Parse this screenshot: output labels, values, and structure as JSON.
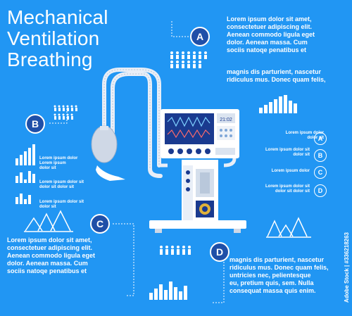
{
  "title": "Mechanical\nVentilation\nBreathing",
  "badges": {
    "a": "A",
    "b": "B",
    "c": "C",
    "d": "D"
  },
  "text_top_right": "Lorem ipsum dolor sit amet,\nconsectetuer adipiscing elit.\nAenean commodo ligula eget\ndolor. Aenean massa. Cum\nsociis natoqe penatibus et",
  "text_mid_right": "magnis dis parturient, nascetur\nridiculus mus. Donec quam felis,",
  "text_bottom_left": "Lorem ipsum dolor sit amet,\nconsectetuer adipiscing elit.\nAenean commodo ligula eget\ndolor. Aenean massa. Cum\nsociis natoqe penatibus et",
  "text_bottom_right": "magnis dis parturient, nascetur\nridiculus mus. Donec quam felis,\nuntricies nec, pelientesque\neu, pretium quis, sem. Nulla\nconsequat massa quis enim.",
  "legend_items": [
    {
      "label": "Lorem ipsum dolor\ndolor sit",
      "letter": "A"
    },
    {
      "label": "Lorem ipsum dolor sit\ndolor sit",
      "letter": "B"
    },
    {
      "label": "Lorem ipsum dolor",
      "letter": "C"
    },
    {
      "label": "Lorem ipsum dolor sit\ndolor sit dolor sit",
      "letter": "D"
    }
  ],
  "left_labels": [
    "Lorem ipsum dolor\nLorem ipsum\ndolor sit",
    "Lorem ipsum dolor sit\ndolor sit dolor sit",
    "Lorem ipsum dolor sit\ndolor sit"
  ],
  "monitor_readout": "21:02",
  "watermark": "Adobe Stock | #336218263",
  "colors": {
    "background": "#2196f3",
    "badge": "#1f4fa8",
    "machine": "#ffffff",
    "screen": "#1a3a8f"
  }
}
